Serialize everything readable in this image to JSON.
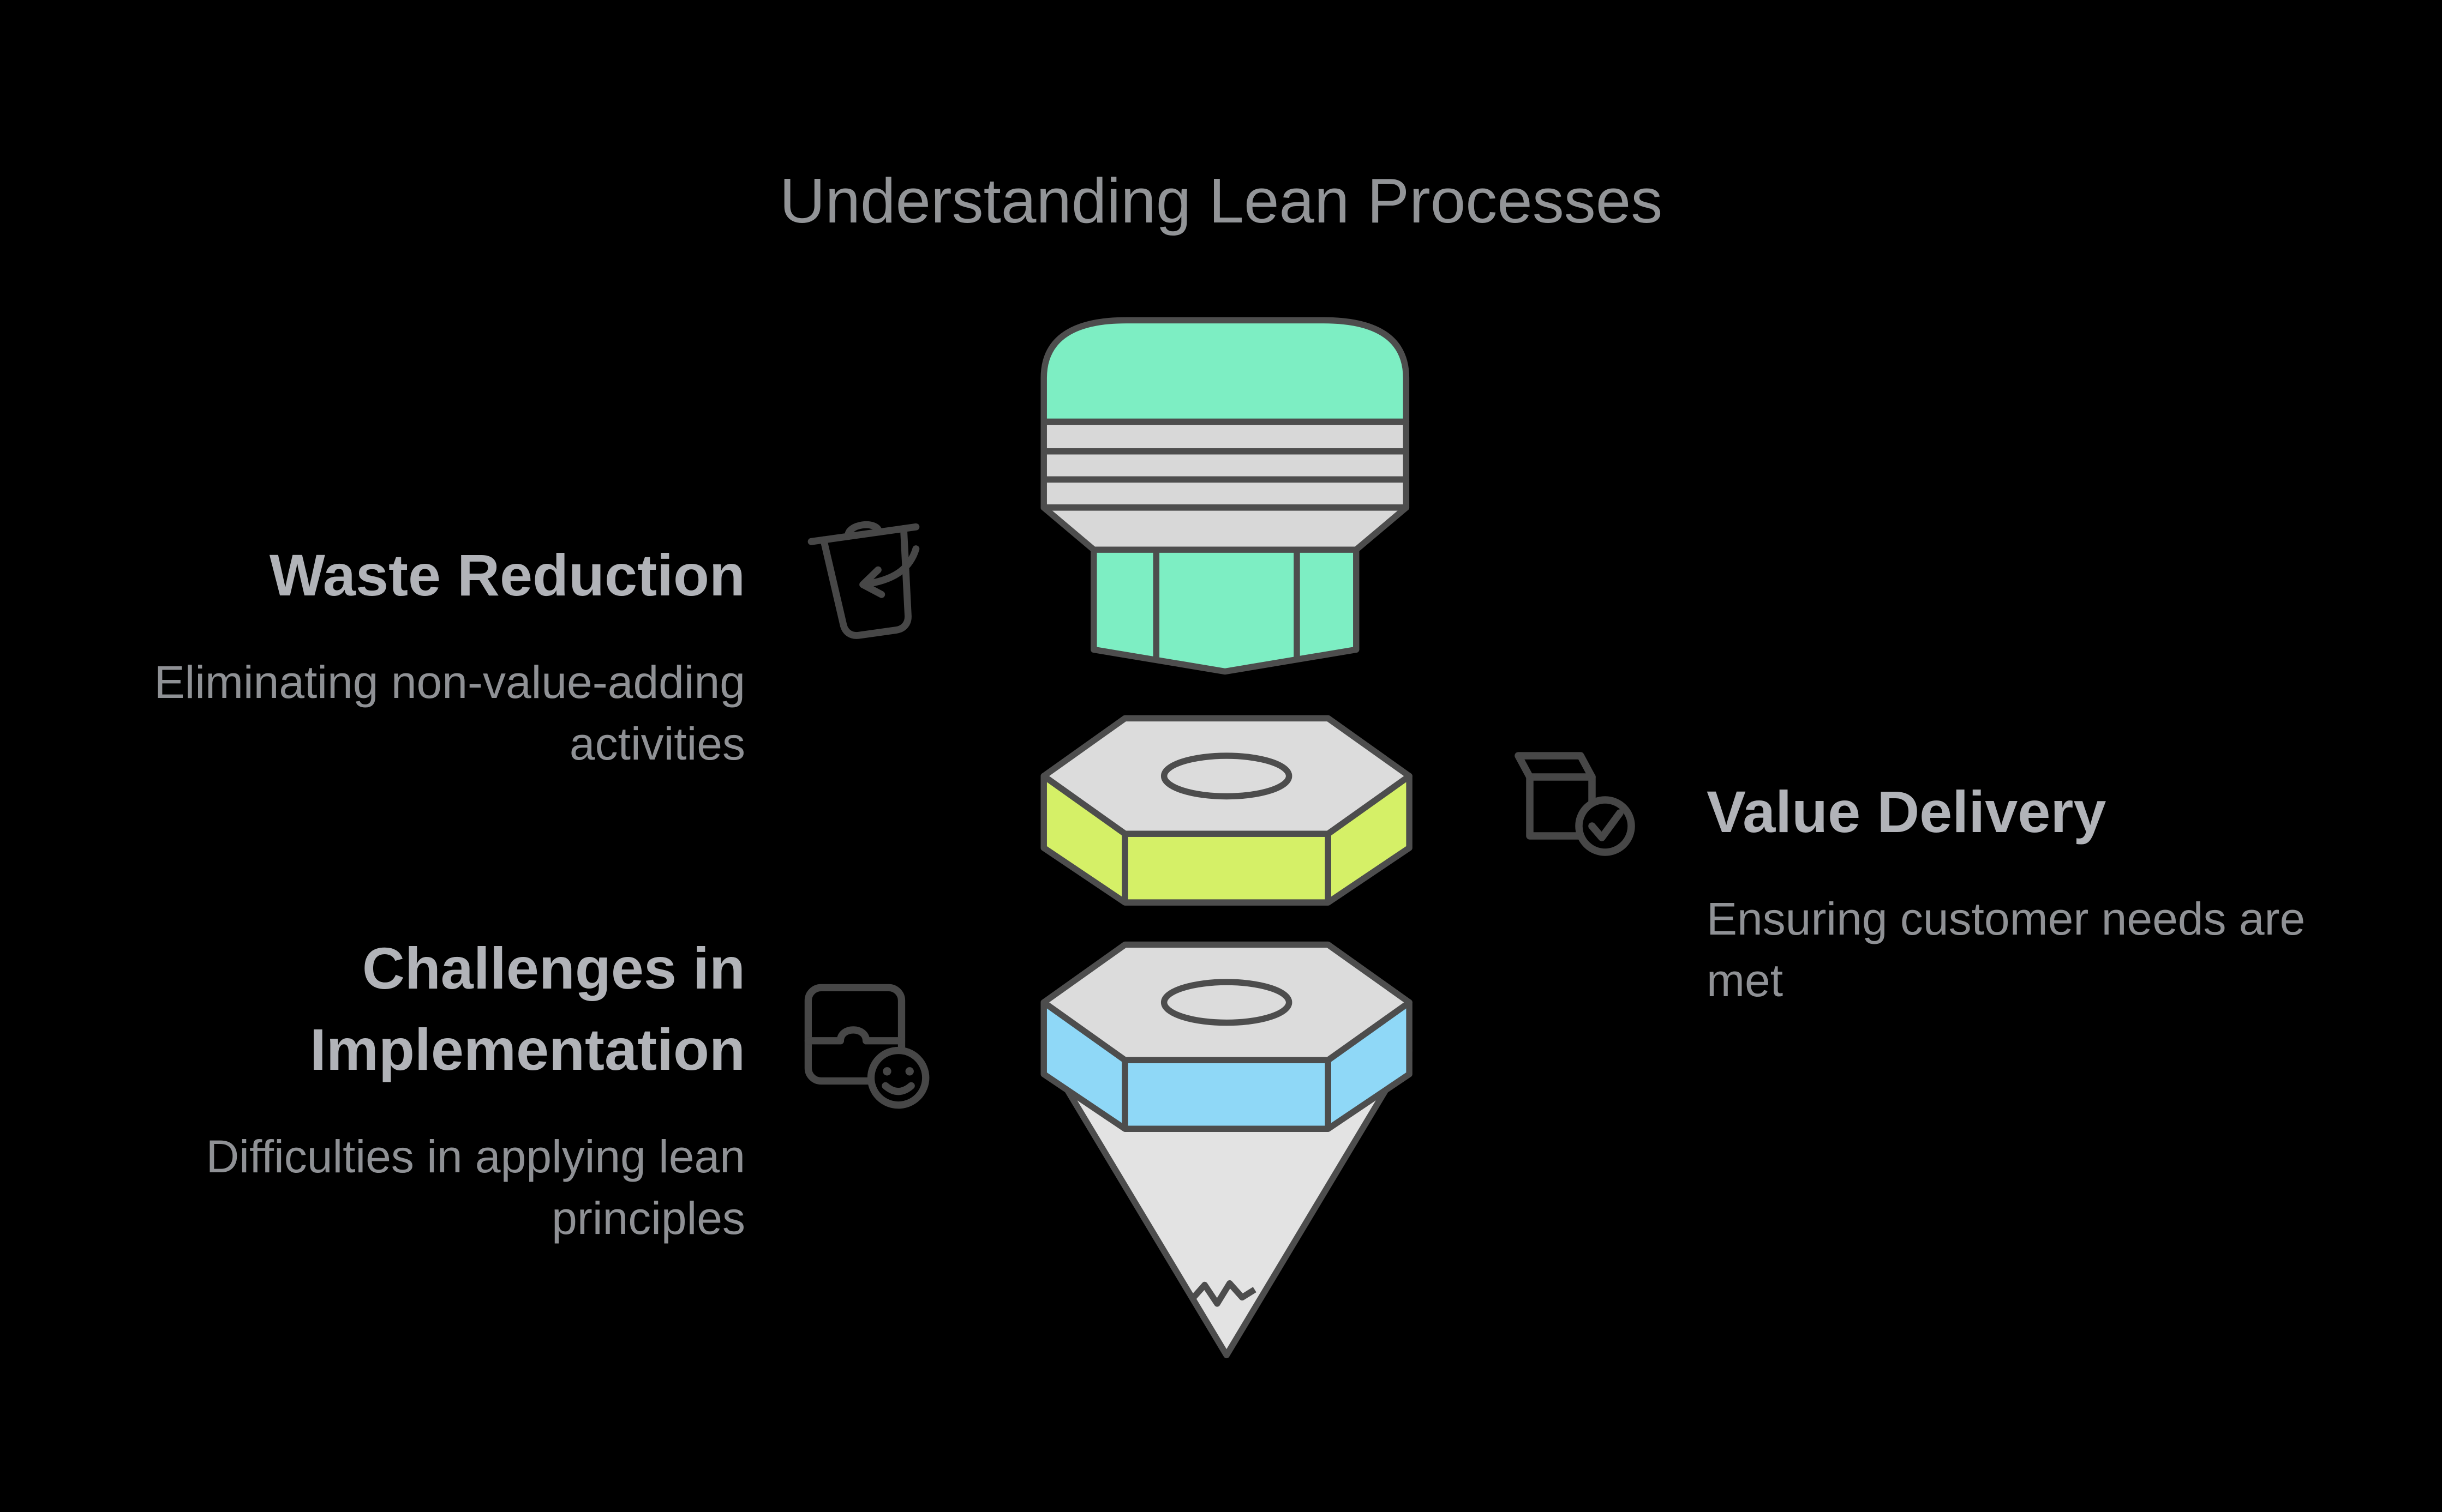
{
  "title": "Understanding Lean Processes",
  "colors": {
    "bg": "#000000",
    "titleColor": "#929497",
    "headingColor": "#b1b3b8",
    "descColor": "#8f9195",
    "strokeColor": "#4d4d4d",
    "iconColor": "#474747",
    "eraserGreen": "#7deec3",
    "ferruleGray": "#d8d8d8",
    "nutTopGray": "#dcdcdc",
    "nutGreen": "#d5f067",
    "nutBlue": "#8fd8f7",
    "tipGray": "#e3e3e3"
  },
  "sections": [
    {
      "heading": "Waste Reduction",
      "description": "Eliminating non-value-adding activities",
      "icon": "trash-arrow-icon",
      "side": "left"
    },
    {
      "heading": "Value Delivery",
      "description": "Ensuring customer needs are met",
      "icon": "package-check-icon",
      "side": "right"
    },
    {
      "heading": "Challenges in Implementation",
      "description": "Difficulties in applying lean principles",
      "icon": "puzzle-smiley-icon",
      "side": "left"
    }
  ]
}
